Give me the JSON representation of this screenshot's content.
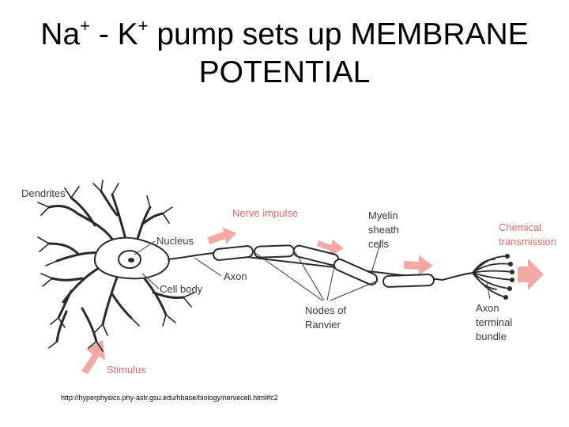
{
  "title": {
    "part1": "Na",
    "sup1": "+",
    "part2": " - K",
    "sup2": "+",
    "part3": " pump sets up MEMBRANE",
    "line2": "POTENTIAL"
  },
  "diagram": {
    "labels": {
      "dendrites": "Dendrites",
      "nerve_impulse": "Nerve impulse",
      "myelin_line1": "Myelin",
      "myelin_line2": "sheath",
      "myelin_line3": "cells",
      "chemical_line1": "Chemical",
      "chemical_line2": "transmission",
      "nucleus": "Nucleus",
      "axon": "Axon",
      "cell_body": "Cell body",
      "nodes_line1": "Nodes of",
      "nodes_line2": "Ranvier",
      "terminal_line1": "Axon",
      "terminal_line2": "terminal",
      "terminal_line3": "bundle",
      "stimulus": "Stimulus"
    },
    "colors": {
      "accent": "#e06a6a",
      "arrow_fill": "#f2a8a3",
      "line": "#2a2a2a",
      "label": "#3a3a3a"
    }
  },
  "source_url": "http://hyperphysics.phy-astr.gsu.edu/hbase/biology/nervecell.html#c2"
}
